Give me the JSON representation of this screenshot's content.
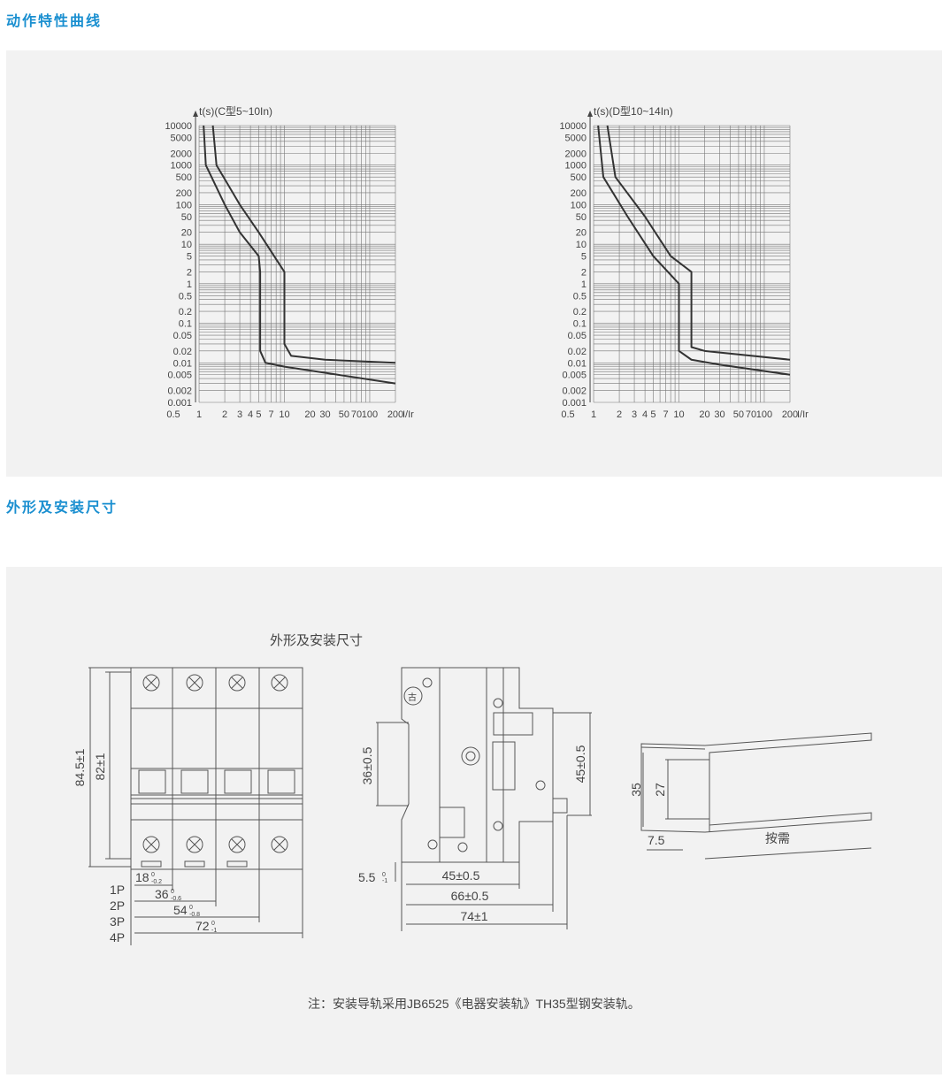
{
  "sections": {
    "curves_title": "动作特性曲线",
    "dims_title": "外形及安装尺寸"
  },
  "charts": [
    {
      "id": "C",
      "axis_title": "t(s)(C型5~10In)",
      "x_unit": "I/Ir",
      "upper_tail_y": "0.01",
      "lower_tail_y": "0.003"
    },
    {
      "id": "D",
      "axis_title": "t(s)(D型10~14In)",
      "x_unit": "I/Ir",
      "upper_tail_y": "0.012",
      "lower_tail_y": "0.005"
    }
  ],
  "chart_data": [
    {
      "type": "line",
      "title": "t(s)(C型5~10In)",
      "xlabel": "I/Ir",
      "ylabel": "t(s)",
      "x_scale": "log",
      "y_scale": "log",
      "xlim": [
        0.5,
        200
      ],
      "ylim": [
        0.001,
        10000
      ],
      "x_ticks": [
        "0.5",
        "1",
        "2",
        "3",
        "4",
        "5",
        "7",
        "10",
        "20",
        "30",
        "50",
        "70",
        "100",
        "200"
      ],
      "y_ticks": [
        "10000",
        "5000",
        "2000",
        "1000",
        "500",
        "200",
        "100",
        "50",
        "20",
        "10",
        "5",
        "2",
        "1",
        "0.5",
        "0.2",
        "0.1",
        "0.05",
        "0.02",
        "0.01",
        "0.005",
        "0.002",
        "0.001"
      ],
      "grid": true,
      "series": [
        {
          "points": [
            [
              1.13,
              10000
            ],
            [
              1.2,
              1000
            ],
            [
              2,
              100
            ],
            [
              3,
              20
            ],
            [
              5,
              5
            ],
            [
              5.2,
              2
            ],
            [
              5.2,
              0.02
            ],
            [
              6,
              0.01
            ],
            [
              10,
              0.008
            ],
            [
              200,
              0.003
            ]
          ]
        },
        {
          "points": [
            [
              1.45,
              10000
            ],
            [
              1.6,
              1000
            ],
            [
              3,
              100
            ],
            [
              5,
              20
            ],
            [
              10,
              2
            ],
            [
              10,
              0.03
            ],
            [
              12,
              0.015
            ],
            [
              30,
              0.012
            ],
            [
              200,
              0.01
            ]
          ]
        }
      ]
    },
    {
      "type": "line",
      "title": "t(s)(D型10~14In)",
      "xlabel": "I/Ir",
      "ylabel": "t(s)",
      "x_scale": "log",
      "y_scale": "log",
      "xlim": [
        0.5,
        200
      ],
      "ylim": [
        0.001,
        10000
      ],
      "x_ticks": [
        "0.5",
        "1",
        "2",
        "3",
        "4",
        "5",
        "7",
        "10",
        "20",
        "30",
        "50",
        "70",
        "100",
        "200"
      ],
      "y_ticks": [
        "10000",
        "5000",
        "2000",
        "1000",
        "500",
        "200",
        "100",
        "50",
        "20",
        "10",
        "5",
        "2",
        "1",
        "0.5",
        "0.2",
        "0.1",
        "0.05",
        "0.02",
        "0.01",
        "0.005",
        "0.002",
        "0.001"
      ],
      "grid": true,
      "series": [
        {
          "points": [
            [
              1.13,
              10000
            ],
            [
              1.3,
              500
            ],
            [
              2.5,
              50
            ],
            [
              5,
              5
            ],
            [
              10,
              1
            ],
            [
              10,
              0.02
            ],
            [
              14,
              0.012
            ],
            [
              30,
              0.009
            ],
            [
              200,
              0.005
            ]
          ]
        },
        {
          "points": [
            [
              1.45,
              10000
            ],
            [
              1.8,
              500
            ],
            [
              4,
              50
            ],
            [
              8,
              5
            ],
            [
              14,
              2
            ],
            [
              14,
              0.025
            ],
            [
              20,
              0.02
            ],
            [
              200,
              0.012
            ]
          ]
        }
      ]
    }
  ],
  "dims": {
    "diagram_title": "外形及安装尺寸",
    "front": {
      "height_outer": "84.5±1",
      "height_inner": "82±1",
      "poles": [
        "1P",
        "2P",
        "3P",
        "4P"
      ],
      "widths": [
        {
          "value": "18",
          "sup": "0",
          "sub": "-0.2"
        },
        {
          "value": "36",
          "sup": "0",
          "sub": "-0.6"
        },
        {
          "value": "54",
          "sup": "0",
          "sub": "-0.8"
        },
        {
          "value": "72",
          "sup": "0",
          "sub": "-1"
        }
      ]
    },
    "side": {
      "height": "36±0.5",
      "depth_inner": "45±0.5",
      "depth_mid": "66±0.5",
      "depth_total": "74±1",
      "offset": "5.5",
      "offset_sup": "0",
      "offset_sub": "-1",
      "right_height": "45±0.5",
      "marker": "古"
    },
    "rail": {
      "h_outer": "35",
      "h_inner": "27",
      "flange": "7.5",
      "length": "按需"
    },
    "note": "注：安装导轨采用JB6525《电器安装轨》TH35型钢安装轨。"
  },
  "colors": {
    "title": "#1a8fd0",
    "panel": "#f2f2f2",
    "line": "#555555"
  }
}
